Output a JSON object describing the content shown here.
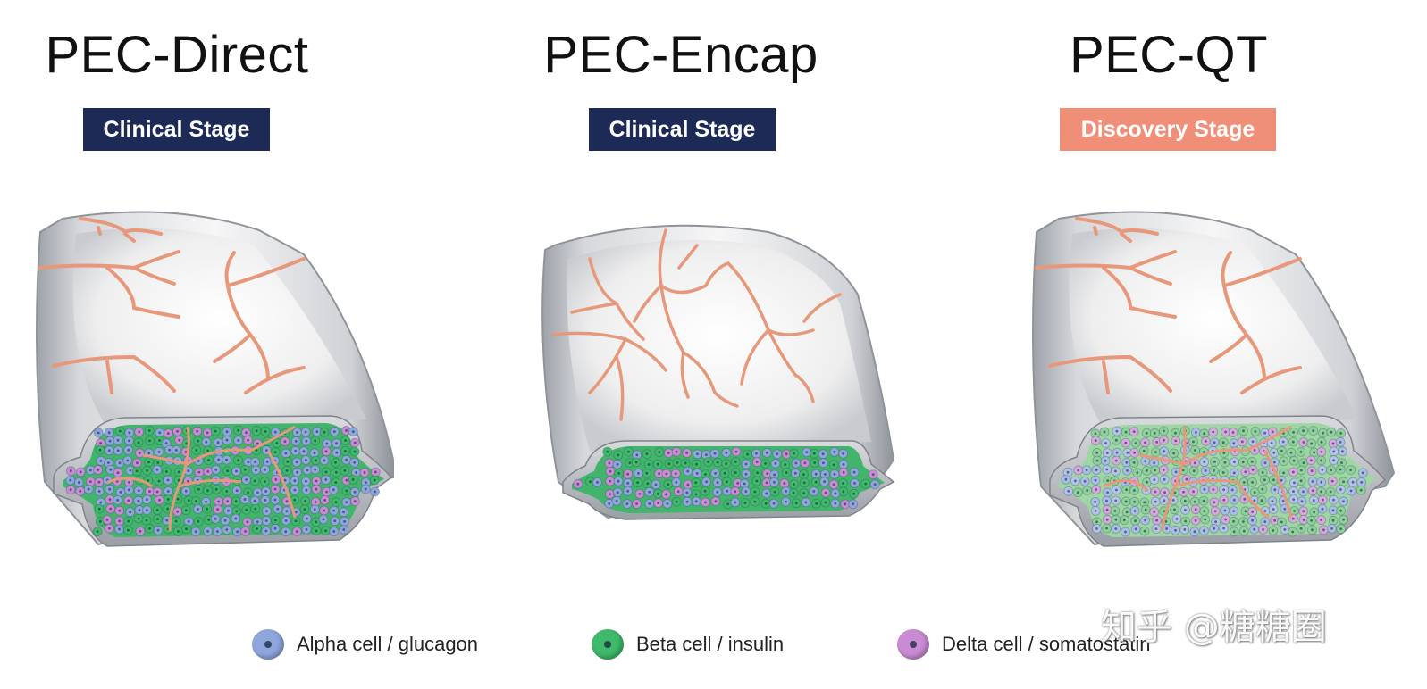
{
  "panels": [
    {
      "title": "PEC-Direct",
      "badge": "Clinical Stage",
      "badge_color": "#1c2a55"
    },
    {
      "title": "PEC-Encap",
      "badge": "Clinical Stage",
      "badge_color": "#1c2a55"
    },
    {
      "title": "PEC-QT",
      "badge": "Discovery Stage",
      "badge_color": "#f08f78"
    }
  ],
  "legend": [
    {
      "label": "Alpha cell / glucagon",
      "color": "#8fa6dd"
    },
    {
      "label": "Beta cell / insulin",
      "color": "#3fb96a"
    },
    {
      "label": "Delta cell / somatostatin",
      "color": "#c98bd3"
    }
  ],
  "watermark": "知乎 @糖糖圈",
  "colors": {
    "vessel": "#e8987a",
    "device_shell": "#b9bcc2",
    "device_inner": "#f4f4f5"
  }
}
